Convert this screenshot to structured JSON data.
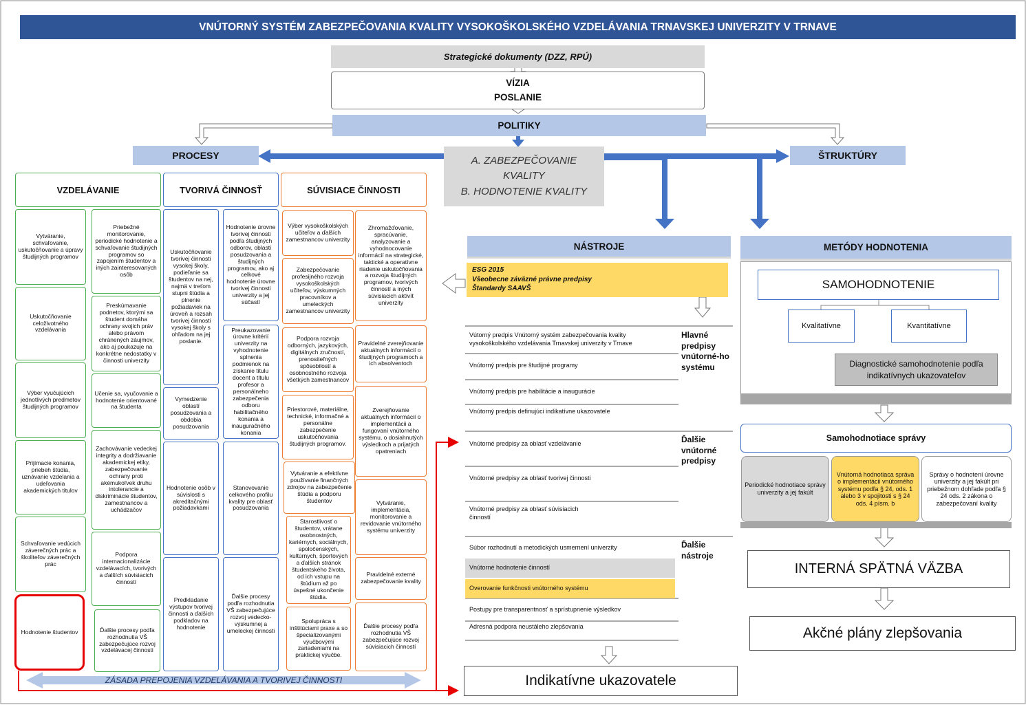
{
  "title": "VNÚTORNÝ SYSTÉM ZABEZPEČOVANIA KVALITY VYSOKOŠKOLSKÉHO  VZDELÁVANIA TRNAVSKEJ UNIVERZITY V TRNAVE",
  "strategic": "Strategické dokumenty (DZZ, RPÚ)",
  "vizia": "VÍZIA",
  "poslanie": "POSLANIE",
  "politiky": "POLITIKY",
  "procesy": "PROCESY",
  "struktury": "ŠTRUKTÚRY",
  "center": [
    "A. ZABEZPEČOVANIE",
    "KVALITY",
    "B. HODNOTENIE KVALITY"
  ],
  "columns": {
    "vzdelavanie": "VZDELÁVANIE",
    "tvoriva": "TVORIVÁ ČINNOSŤ",
    "suvisiace": "SÚVISIACE ČINNOSTI"
  },
  "vzd_left": [
    "Vytváranie, schvaľovanie, uskutočňovanie a úpravy študijných programov",
    "Uskutočňovanie celoživotného vzdelávania",
    "Výber vyučujúcich jednotlivých predmetov študijných programov",
    "Prijímacie konania, priebeh štúdia, uznávanie vzdelania a udeľovania akademických titulov",
    "Schvaľovanie vedúcich záverečných prác a školiteľov záverečných prác",
    "Hodnotenie študentov"
  ],
  "vzd_right": [
    "Priebežné monitorovanie, periodické hodnotenie a schvaľovanie študijných programov so zapojením študentov a iných zainteresovaných osôb",
    "Preskúmavanie podnetov, ktorými sa študent domáha ochrany svojich práv alebo právom chránených záujmov, ako aj poukazuje na konkrétne nedostatky v činnosti univerzity",
    "Učenie sa, vyučovanie a hodnotenie orientované na študenta",
    "Zachovávanie vedeckej integrity a dodržiavanie akademickej etiky, zabezpečovanie ochrany proti akémukoľvek druhu intolerancie a diskriminácie študentov, zamestnancov a uchádzačov",
    "Podpora internacionalizácie vzdelávacích, tvorivých a ďalších súvisiacich činností",
    "Ďalšie procesy podľa rozhodnutia VŠ zabezpečujúce rozvoj vzdelávacej činnosti"
  ],
  "tvor_left": [
    "Uskutočňovanie tvorivej činnosti vysokej školy, podieľanie sa študentov na nej, najmä v treťom stupni štúdia a plnenie požiadaviek na úroveň a rozsah tvorivej činnosti vysokej školy s ohľadom na jej poslanie.",
    "Vymedzenie oblastí posudzovania a obdobia posudzovania",
    "Hodnotenie osôb v súvislosti s akreditačnými požiadavkami",
    "Predkladanie výstupov tvorivej činnosti a ďalších podkladov na hodnotenie"
  ],
  "tvor_right": [
    "Hodnotenie úrovne tvorivej činnosti podľa študijných odborov, oblastí posudzovania a študijných programov, ako aj celkové hodnotenie úrovne tvorivej činnosti univerzity a jej súčastí",
    "Preukazovanie úrovne kritérií univerzity na vyhodnotenie splnenia podmienok na získanie titulu docent a titulu profesor a personálneho zabezpečenia odboru habilitačného konania a inauguračného konania",
    "Stanovovanie celkového profilu kvality pre oblasť posudzovania",
    "Ďalšie procesy podľa rozhodnutia VŠ zabezpečujúce rozvoj vedecko-výskumnej a umeleckej činnosti"
  ],
  "suv_left": [
    "Výber vysokoškolských učiteľov a ďalších zamestnancov univerzity",
    "Zabezpečovanie profesijného rozvoja vysokoškolských učiteľov, výskumných pracovníkov a umeleckých zamestnancov univerzity",
    "Podpora rozvoja odborných, jazykových, digitálnych zručností, prenositeľných spôsobilostí a osobnostného rozvoja všetkých zamestnancov",
    "Priestorové, materiálne, technické, informačné a personálne zabezpečenie uskutočňovania študijných programov.",
    "Vytváranie a efektívne používanie finančných zdrojov na zabezpečenie štúdia a podporu študentov",
    "Starostlivosť o študentov, vrátane osobnostných, kariérnych, sociálnych, spoločenských, kultúrnych, športových a ďalších stránok študentského života, od ich vstupu na štúdium až po úspešné ukončenie štúdia.",
    "Spolupráca s inštitúciami praxe a so špecializovanými výučbovými zariadeniami na praktickej výučbe."
  ],
  "suv_right": [
    "Zhromažďovanie, spracúvanie, analyzovanie a vyhodnocovanie informácií na strategické, taktické a operatívne riadenie uskutočňovania a rozvoja študijných programov, tvorivých činností a iných súvisiacich aktivít univerzity",
    "Pravidelné zverejňovanie aktuálnych informácií o študijných programoch a ich absolventoch",
    "Zverejňovanie aktuálnych informácií o implementácii a fungovaní vnútorného systému, o dosiahnutých výsledkoch a prijatých opatreniach",
    "Vytváranie, implementácia, monitorovanie a revidovanie vnútorného systému univerzity",
    "Pravidelné externé zabezpečovanie kvality",
    "Ďalšie procesy podľa rozhodnutia VŠ zabezpečujúce rozvoj súvisiacich činností"
  ],
  "bottom_banner": "ZÁSADA PREPOJENIA VZDELÁVANIA A TVORIVEJ ČINNOSTI",
  "nastroje": {
    "header": "NÁSTROJE",
    "yellow": [
      "ESG 2015",
      "Všeobecne záväzné právne predpisy",
      "Štandardy SAAVŠ"
    ],
    "group1_label": "Hlavné predpisy vnútorné-ho systému",
    "group1": [
      "Vútorný predpis Vnútorný systém zabezpečovania kvality vysokoškolského vzdelávania Trnavskej univerzity v Trnave",
      "Vnútorný predpis pre študijné programy",
      "Vnútorný predpis pre habilitácie a inaugurácie",
      "Vnútorný predpis definujúci indikatívne ukazovatele"
    ],
    "group2_label": "Ďalšie vnútorné predpisy",
    "group2": [
      "Vnútorné predpisy za oblasť vzdelávanie",
      "Vnútorné predpisy za oblasť tvorivej činnosti",
      "Vnútorné predpisy za oblasť súvisiacich činností"
    ],
    "group3_label": "Ďalšie nástroje",
    "group3": [
      "Súbor rozhodnutí a metodických usmernení univerzity",
      "Vnútorné hodnotenie činností",
      "Overovanie funkčnosti vnútorného systému",
      "Postupy pre transparentnosť a sprístupnenie výsledkov",
      "Adresná podpora neustáleho zlepšovania"
    ],
    "indikativne": "Indikatívne ukazovatele"
  },
  "metody": {
    "header": "METÓDY HODNOTENIA",
    "samo": "SAMOHODNOTENIE",
    "kval": "Kvalitatívne",
    "kvant": "Kvantitatívne",
    "diag": "Diagnostické samohodnotenie podľa indikatívnych ukazovateľov",
    "spravy": "Samohodnotiace správy",
    "r1": "Periodické hodnotiace správy univerzity a jej fakúlt",
    "r2": "Vnútorná hodnotiaca správa o implementácii vnútorného systému podľa § 24, ods. 1 alebo 3 v spojitosti s § 24 ods. 4 písm. b",
    "r3": "Správy o hodnotení úrovne univerzity a jej fakúlt pri priebežnom dohľade podľa § 24 ods. 2 zákona o zabezpečovaní kvality",
    "spatna": "INTERNÁ SPÄTNÁ VÄZBA",
    "akcne": "Akčné plány zlepšovania"
  },
  "colors": {
    "title_bg": "#2f5597",
    "light_blue": "#b4c7e7",
    "arrow_blue": "#4472c4",
    "yellow": "#ffd966",
    "red": "#e60000",
    "grey": "#d9d9d9"
  }
}
